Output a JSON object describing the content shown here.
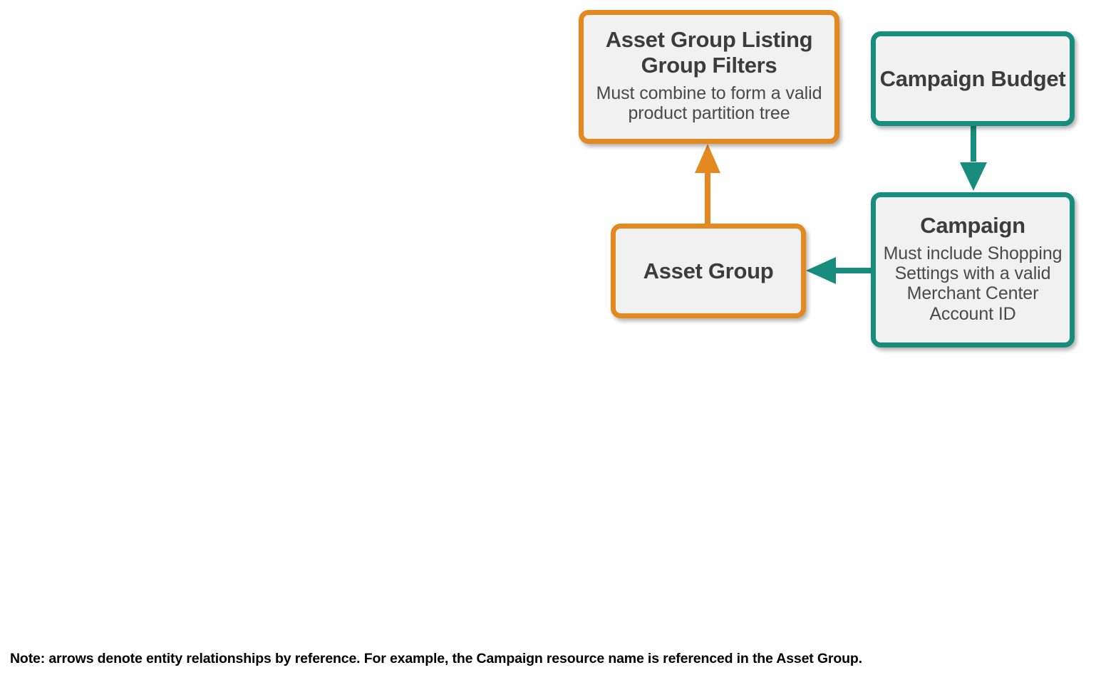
{
  "diagram": {
    "nodes": [
      {
        "id": "asset-group-listing-group-filters",
        "title": "Asset Group Listing Group Filters",
        "subtitle": "Must combine to form a valid product partition tree",
        "color": "#e3891f",
        "color_name": "orange"
      },
      {
        "id": "campaign-budget",
        "title": "Campaign Budget",
        "subtitle": "",
        "color": "#188d7e",
        "color_name": "teal"
      },
      {
        "id": "asset-group",
        "title": "Asset Group",
        "subtitle": "",
        "color": "#e3891f",
        "color_name": "orange"
      },
      {
        "id": "campaign",
        "title": "Campaign",
        "subtitle": "Must include Shopping Settings with a valid Merchant Center Account ID",
        "color": "#188d7e",
        "color_name": "teal"
      }
    ],
    "edges": [
      {
        "id": "edge-asset-group-to-listing-group-filters",
        "from": "asset-group",
        "to": "asset-group-listing-group-filters",
        "direction": "up",
        "color": "#e3891f"
      },
      {
        "id": "edge-campaign-budget-to-campaign",
        "from": "campaign-budget",
        "to": "campaign",
        "direction": "down",
        "color": "#188d7e"
      },
      {
        "id": "edge-campaign-to-asset-group",
        "from": "campaign",
        "to": "asset-group",
        "direction": "left",
        "color": "#188d7e"
      }
    ],
    "note": "Note: arrows denote entity relationships by reference. For example, the Campaign resource name is referenced in the Asset Group.",
    "background": "#ffffff",
    "node_fill": "#f1f1f1",
    "text_color": "#3c3c3c"
  }
}
